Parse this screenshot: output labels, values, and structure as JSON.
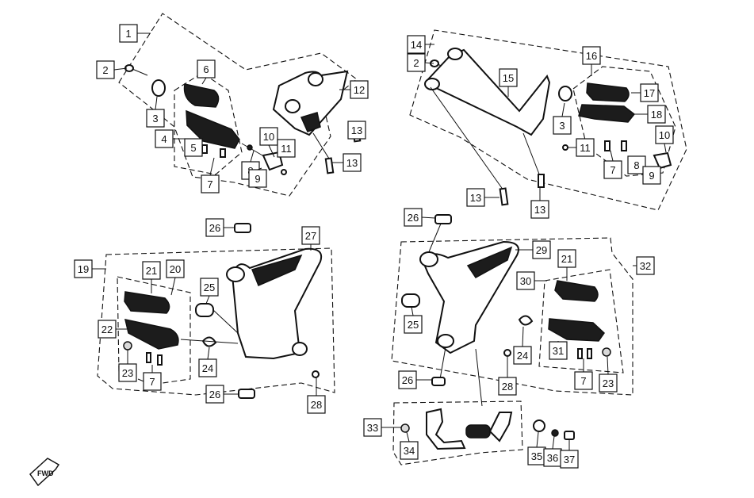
{
  "diagram": {
    "fwd_label": "FWD",
    "callouts": [
      {
        "label": "1"
      },
      {
        "label": "2"
      },
      {
        "label": "3"
      },
      {
        "label": "6"
      },
      {
        "label": "4"
      },
      {
        "label": "5"
      },
      {
        "label": "7"
      },
      {
        "label": "8"
      },
      {
        "label": "9"
      },
      {
        "label": "10"
      },
      {
        "label": "11"
      },
      {
        "label": "12"
      },
      {
        "label": "13"
      },
      {
        "label": "13"
      },
      {
        "label": "14"
      },
      {
        "label": "2"
      },
      {
        "label": "15"
      },
      {
        "label": "16"
      },
      {
        "label": "17"
      },
      {
        "label": "3"
      },
      {
        "label": "18"
      },
      {
        "label": "10"
      },
      {
        "label": "11"
      },
      {
        "label": "7"
      },
      {
        "label": "8"
      },
      {
        "label": "9"
      },
      {
        "label": "13"
      },
      {
        "label": "13"
      },
      {
        "label": "26"
      },
      {
        "label": "27"
      },
      {
        "label": "19"
      },
      {
        "label": "21"
      },
      {
        "label": "20"
      },
      {
        "label": "25"
      },
      {
        "label": "22"
      },
      {
        "label": "23"
      },
      {
        "label": "24"
      },
      {
        "label": "7"
      },
      {
        "label": "26"
      },
      {
        "label": "28"
      },
      {
        "label": "26"
      },
      {
        "label": "29"
      },
      {
        "label": "32"
      },
      {
        "label": "21"
      },
      {
        "label": "30"
      },
      {
        "label": "25"
      },
      {
        "label": "31"
      },
      {
        "label": "24"
      },
      {
        "label": "26"
      },
      {
        "label": "28"
      },
      {
        "label": "7"
      },
      {
        "label": "23"
      },
      {
        "label": "33"
      },
      {
        "label": "34"
      },
      {
        "label": "35"
      },
      {
        "label": "36"
      },
      {
        "label": "37"
      }
    ]
  }
}
